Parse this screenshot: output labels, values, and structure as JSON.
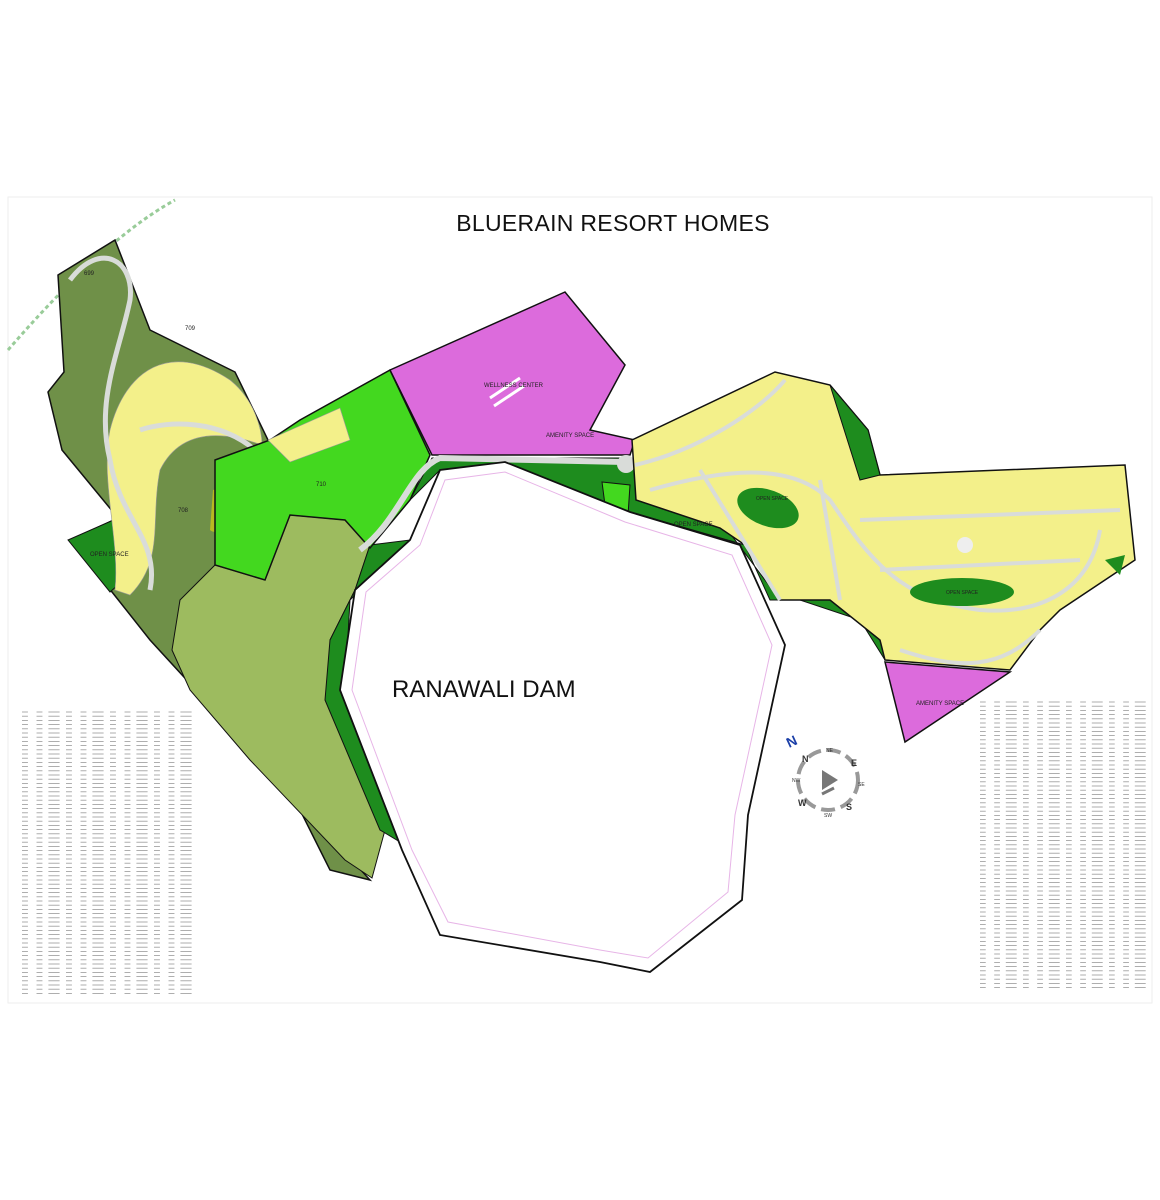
{
  "title": "BLUERAIN RESORT HOMES",
  "dam_label": "RANAWALI DAM",
  "zones": {
    "wellness_center": "WELLNESS CENTER",
    "amenity_space_top": "AMENITY SPACE",
    "amenity_space_bottom": "AMENITY SPACE",
    "open_space_left": "OPEN SPACE",
    "open_space_road": "OPEN SPACE",
    "open_space_oval": "OPEN SPACE",
    "open_space_east": "OPEN SPACE"
  },
  "parcels": {
    "p699": "699",
    "p709": "709",
    "p708": "708",
    "p710": "710"
  },
  "compass": {
    "north_marker": "N",
    "n": "N",
    "ne": "NE",
    "e": "E",
    "se": "SE",
    "s": "S",
    "sw": "SW",
    "w": "W",
    "nw": "NW"
  },
  "colors": {
    "olive": "#6f9048",
    "lot_green": "#9dbb5f",
    "bright_green": "#43d81f",
    "dark_green": "#1e8c1e",
    "magenta": "#dc6bdc",
    "yellow_lots": "#f3f08a",
    "road": "#d9dcd9",
    "compass_blue": "#1b3fa8"
  }
}
